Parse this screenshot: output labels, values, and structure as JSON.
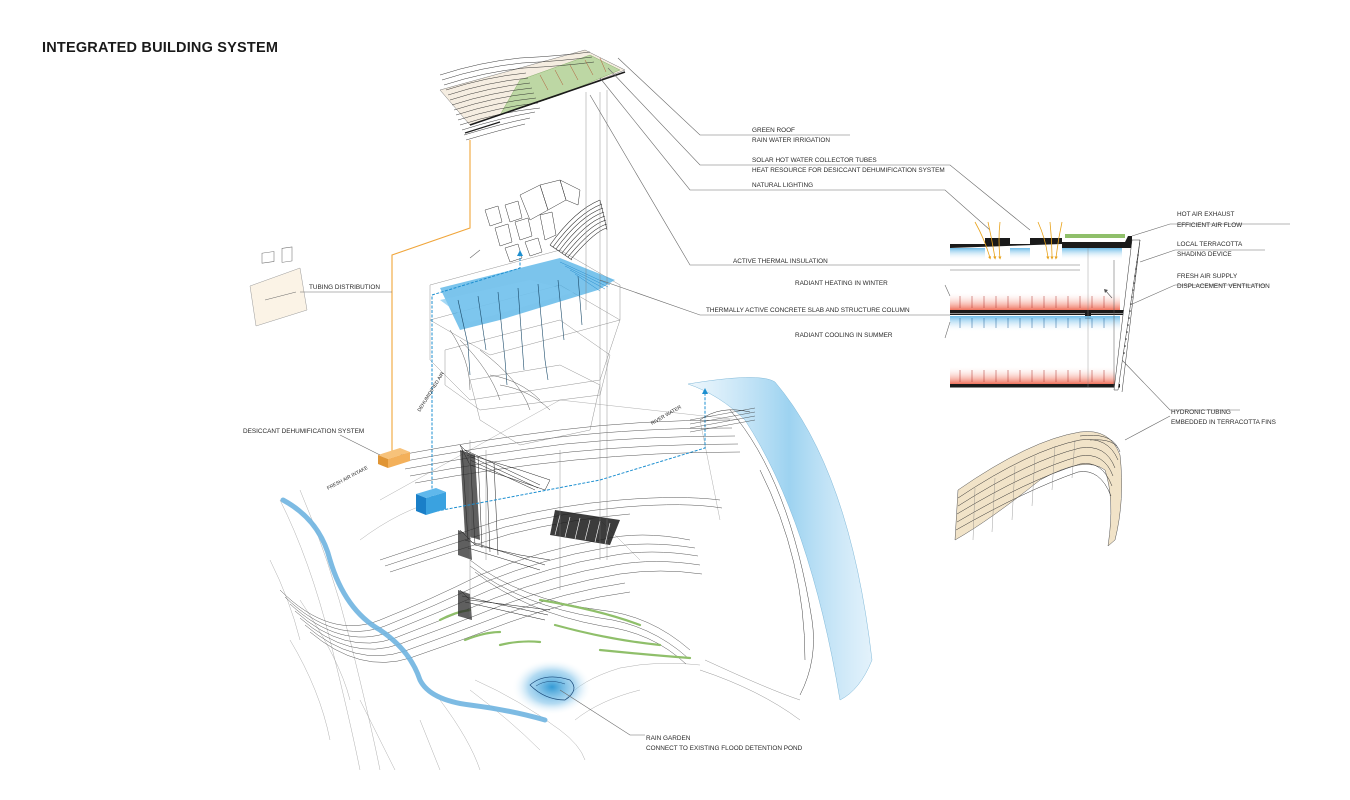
{
  "title": "INTEGRATED BUILDING SYSTEM",
  "labels": {
    "green_roof": "GREEN ROOF",
    "rain_water_irrigation": "RAIN WATER IRRIGATION",
    "solar_tubes": "SOLAR HOT WATER COLLECTOR TUBES",
    "heat_resource": "HEAT RESOURCE FOR DESICCANT DEHUMIFICATION SYSTEM",
    "natural_lighting": "NATURAL LIGHTING",
    "active_thermal_insulation": "ACTIVE THERMAL INSULATION",
    "radiant_heating": "RADIANT HEATING IN WINTER",
    "thermally_active_slab": "THERMALLY ACTIVE CONCRETE SLAB AND STRUCTURE COLUMN",
    "radiant_cooling": "RADIANT COOLING IN SUMMER",
    "hot_air_exhaust": "HOT AIR EXHAUST",
    "efficient_air_flow": "EFFICIENT AIR FLOW",
    "local_terracotta": "LOCAL TERRACOTTA",
    "shading_device": "SHADING DEVICE",
    "fresh_air_supply": "FRESH AIR SUPPLY",
    "displacement_ventilation": "DISPLACEMENT VENTILATION",
    "hydronic_tubing": "HYDRONIC TUBING",
    "embedded_terracotta": "EMBEDDED IN TERRACOTTA FINS",
    "tubing_distribution": "TUBING DISTRIBUTION",
    "desiccant_system": "DESICCANT DEHUMIFICATION SYSTEM",
    "fresh_air_intake": "FRESH AIR INTAKE",
    "dehumidified_air": "DEHUMIDIFIED AIR",
    "river_water": "RIVER WATER",
    "rain_garden": "RAIN GARDEN",
    "flood_pond": "CONNECT TO EXISTING FLOOD DETENTION POND"
  },
  "colors": {
    "orange_pipe": "#f0a53a",
    "blue_pipe": "#1d8fd0",
    "water_blue": "#a9d7f2",
    "roof_green": "#8fbf6a",
    "heating_red": "#f07c68",
    "cooling_blue": "#7cc3ee",
    "terracotta": "#efe0c4"
  }
}
